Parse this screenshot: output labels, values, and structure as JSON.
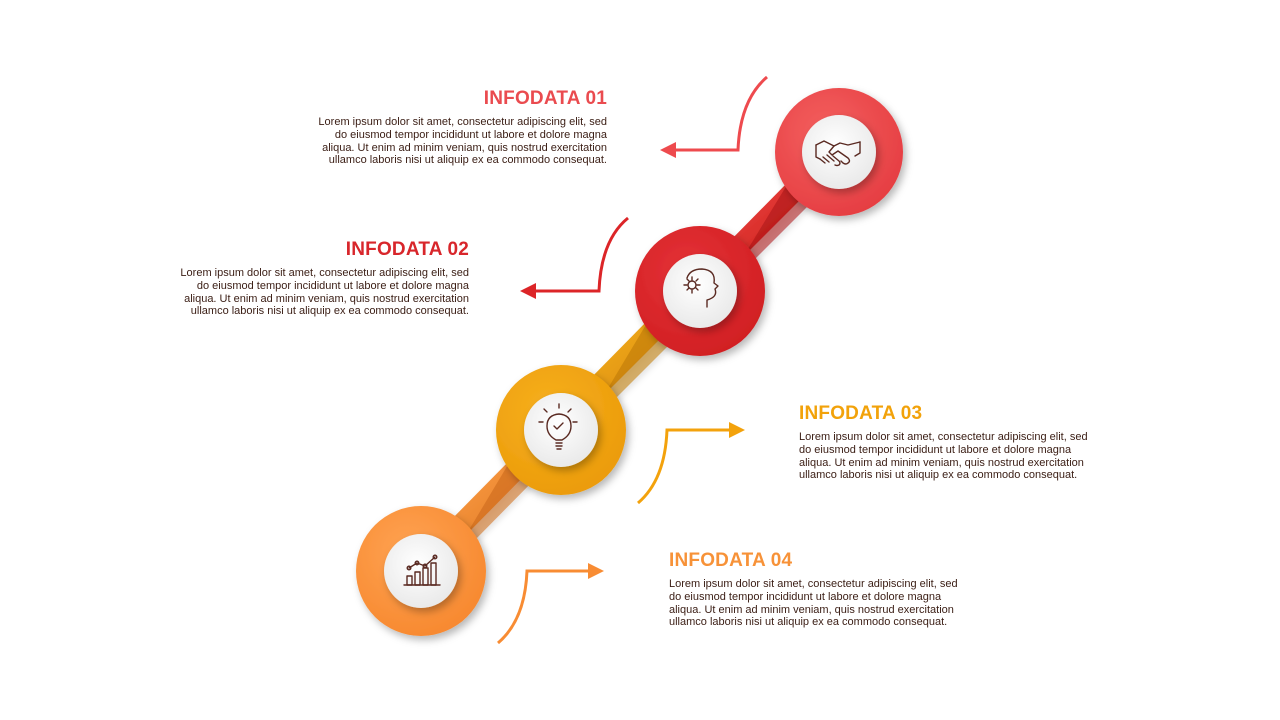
{
  "colors": {
    "step1": "#ee4a4e",
    "step2": "#dc2528",
    "step3": "#f3a20c",
    "step4": "#f88c33",
    "icon_stroke": "#5a2a22"
  },
  "steps": [
    {
      "title": "INFODATA 01",
      "text": "Lorem ipsum dolor sit amet, consectetur adipiscing elit, sed do eiusmod tempor incididunt ut labore et dolore magna aliqua. Ut enim ad minim veniam, quis nostrud exercitation ullamco laboris nisi ut aliquip ex ea commodo consequat.",
      "icon": "handshake-icon",
      "color": "#ee4a4e"
    },
    {
      "title": "INFODATA 02",
      "text": "Lorem ipsum dolor sit amet, consectetur adipiscing elit, sed do eiusmod tempor incididunt ut labore et dolore magna aliqua. Ut enim ad minim veniam, quis nostrud exercitation ullamco laboris nisi ut aliquip ex ea commodo consequat.",
      "icon": "head-gear-icon",
      "color": "#dc2528"
    },
    {
      "title": "INFODATA 03",
      "text": "Lorem ipsum dolor sit amet, consectetur adipiscing elit, sed do eiusmod tempor incididunt ut labore et dolore magna aliqua. Ut enim ad minim veniam, quis nostrud exercitation ullamco laboris nisi ut aliquip ex ea commodo consequat.",
      "icon": "lightbulb-icon",
      "color": "#f3a20c"
    },
    {
      "title": "INFODATA 04",
      "text": "Lorem ipsum dolor sit amet, consectetur adipiscing elit, sed do eiusmod tempor incididunt ut labore et dolore magna aliqua. Ut enim ad minim veniam, quis nostrud exercitation ullamco laboris nisi ut aliquip ex ea commodo consequat.",
      "icon": "bar-chart-icon",
      "color": "#f88c33"
    }
  ]
}
